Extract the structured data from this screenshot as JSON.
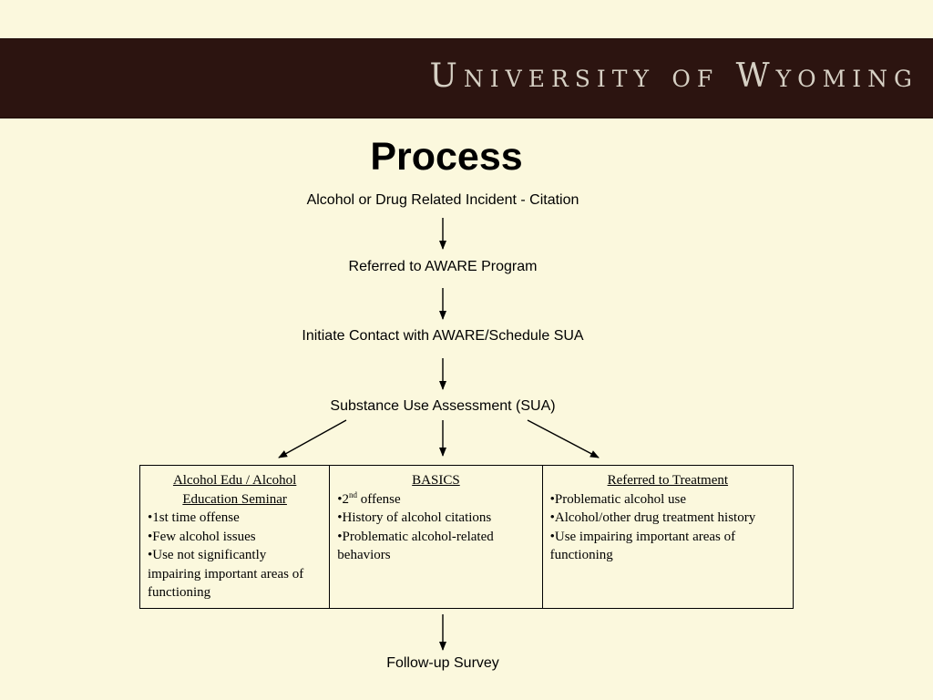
{
  "banner": {
    "university_name": "University of Wyoming"
  },
  "title": "Process",
  "steps": [
    "Alcohol or Drug Related Incident - Citation",
    "Referred to AWARE Program",
    "Initiate Contact with AWARE/Schedule SUA",
    "Substance Use Assessment (SUA)"
  ],
  "options": [
    {
      "heading": "Alcohol Edu / Alcohol Education Seminar",
      "bullets": [
        "1st time offense",
        "Few alcohol issues",
        "Use not significantly impairing important areas of functioning"
      ]
    },
    {
      "heading": "BASICS",
      "bullet_1_number": "2",
      "bullet_1_superscript": "nd",
      "bullet_1_rest": " offense",
      "bullets": [
        "History of alcohol citations",
        "Problematic alcohol-related behaviors"
      ]
    },
    {
      "heading": "Referred to Treatment",
      "bullets": [
        "Problematic alcohol use",
        "Alcohol/other drug treatment history",
        "Use impairing important areas of functioning"
      ]
    }
  ],
  "final_step": "Follow-up Survey"
}
